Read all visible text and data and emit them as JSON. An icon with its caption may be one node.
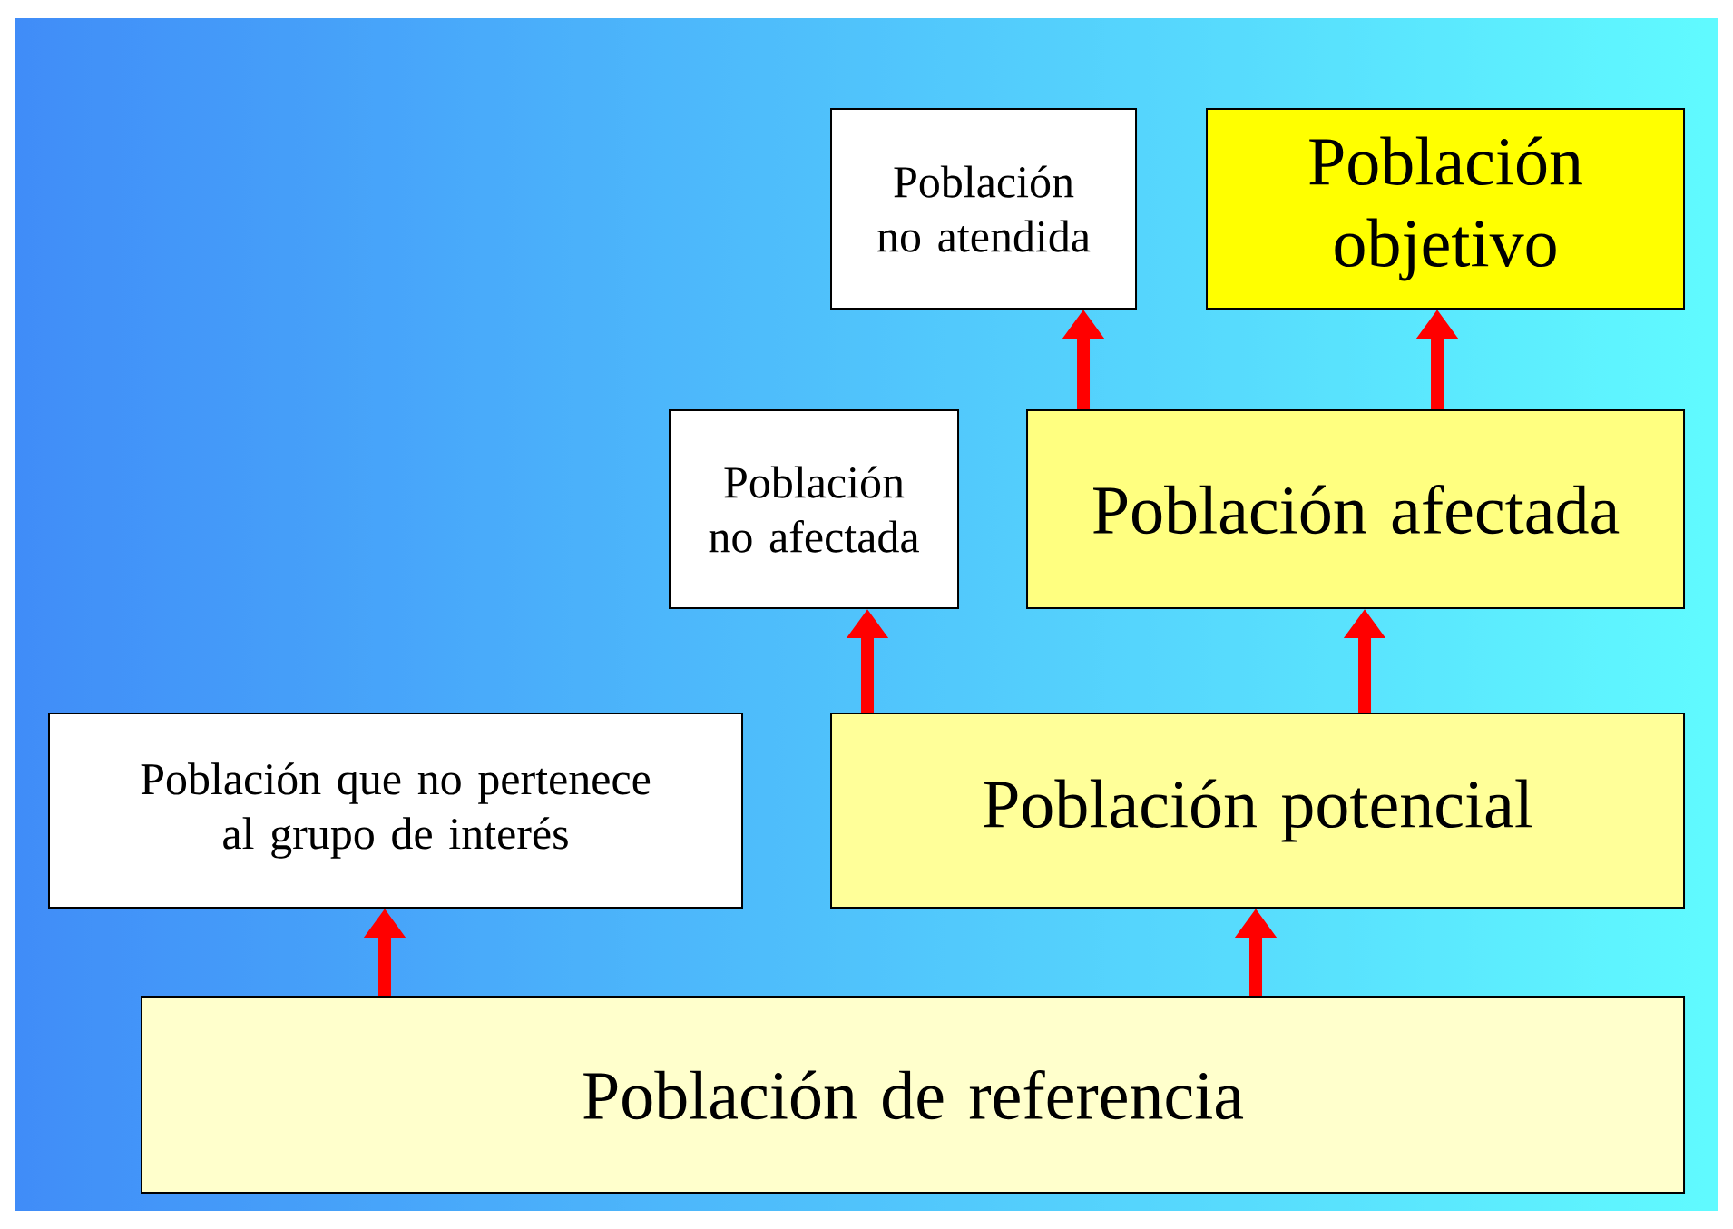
{
  "diagram": {
    "nodes": [
      {
        "text": [
          "Población de referencia"
        ]
      },
      {
        "text": [
          "Población que no pertenece al grupo de interés"
        ]
      },
      {
        "text": [
          "Población potencial"
        ]
      },
      {
        "text": [
          "Población no afectada"
        ]
      },
      {
        "text": [
          "Población afectada"
        ]
      },
      {
        "text": [
          "Población no atendida"
        ]
      },
      {
        "text": [
          "Población objetivo"
        ]
      }
    ],
    "edges": [
      {
        "from": 0,
        "to": 1,
        "arrow": "to"
      },
      {
        "from": 0,
        "to": 2,
        "arrow": "to"
      },
      {
        "from": 2,
        "to": 3,
        "arrow": "to"
      },
      {
        "from": 2,
        "to": 4,
        "arrow": "to"
      },
      {
        "from": 4,
        "to": 5,
        "arrow": "to"
      },
      {
        "from": 4,
        "to": 6,
        "arrow": "to"
      }
    ]
  }
}
